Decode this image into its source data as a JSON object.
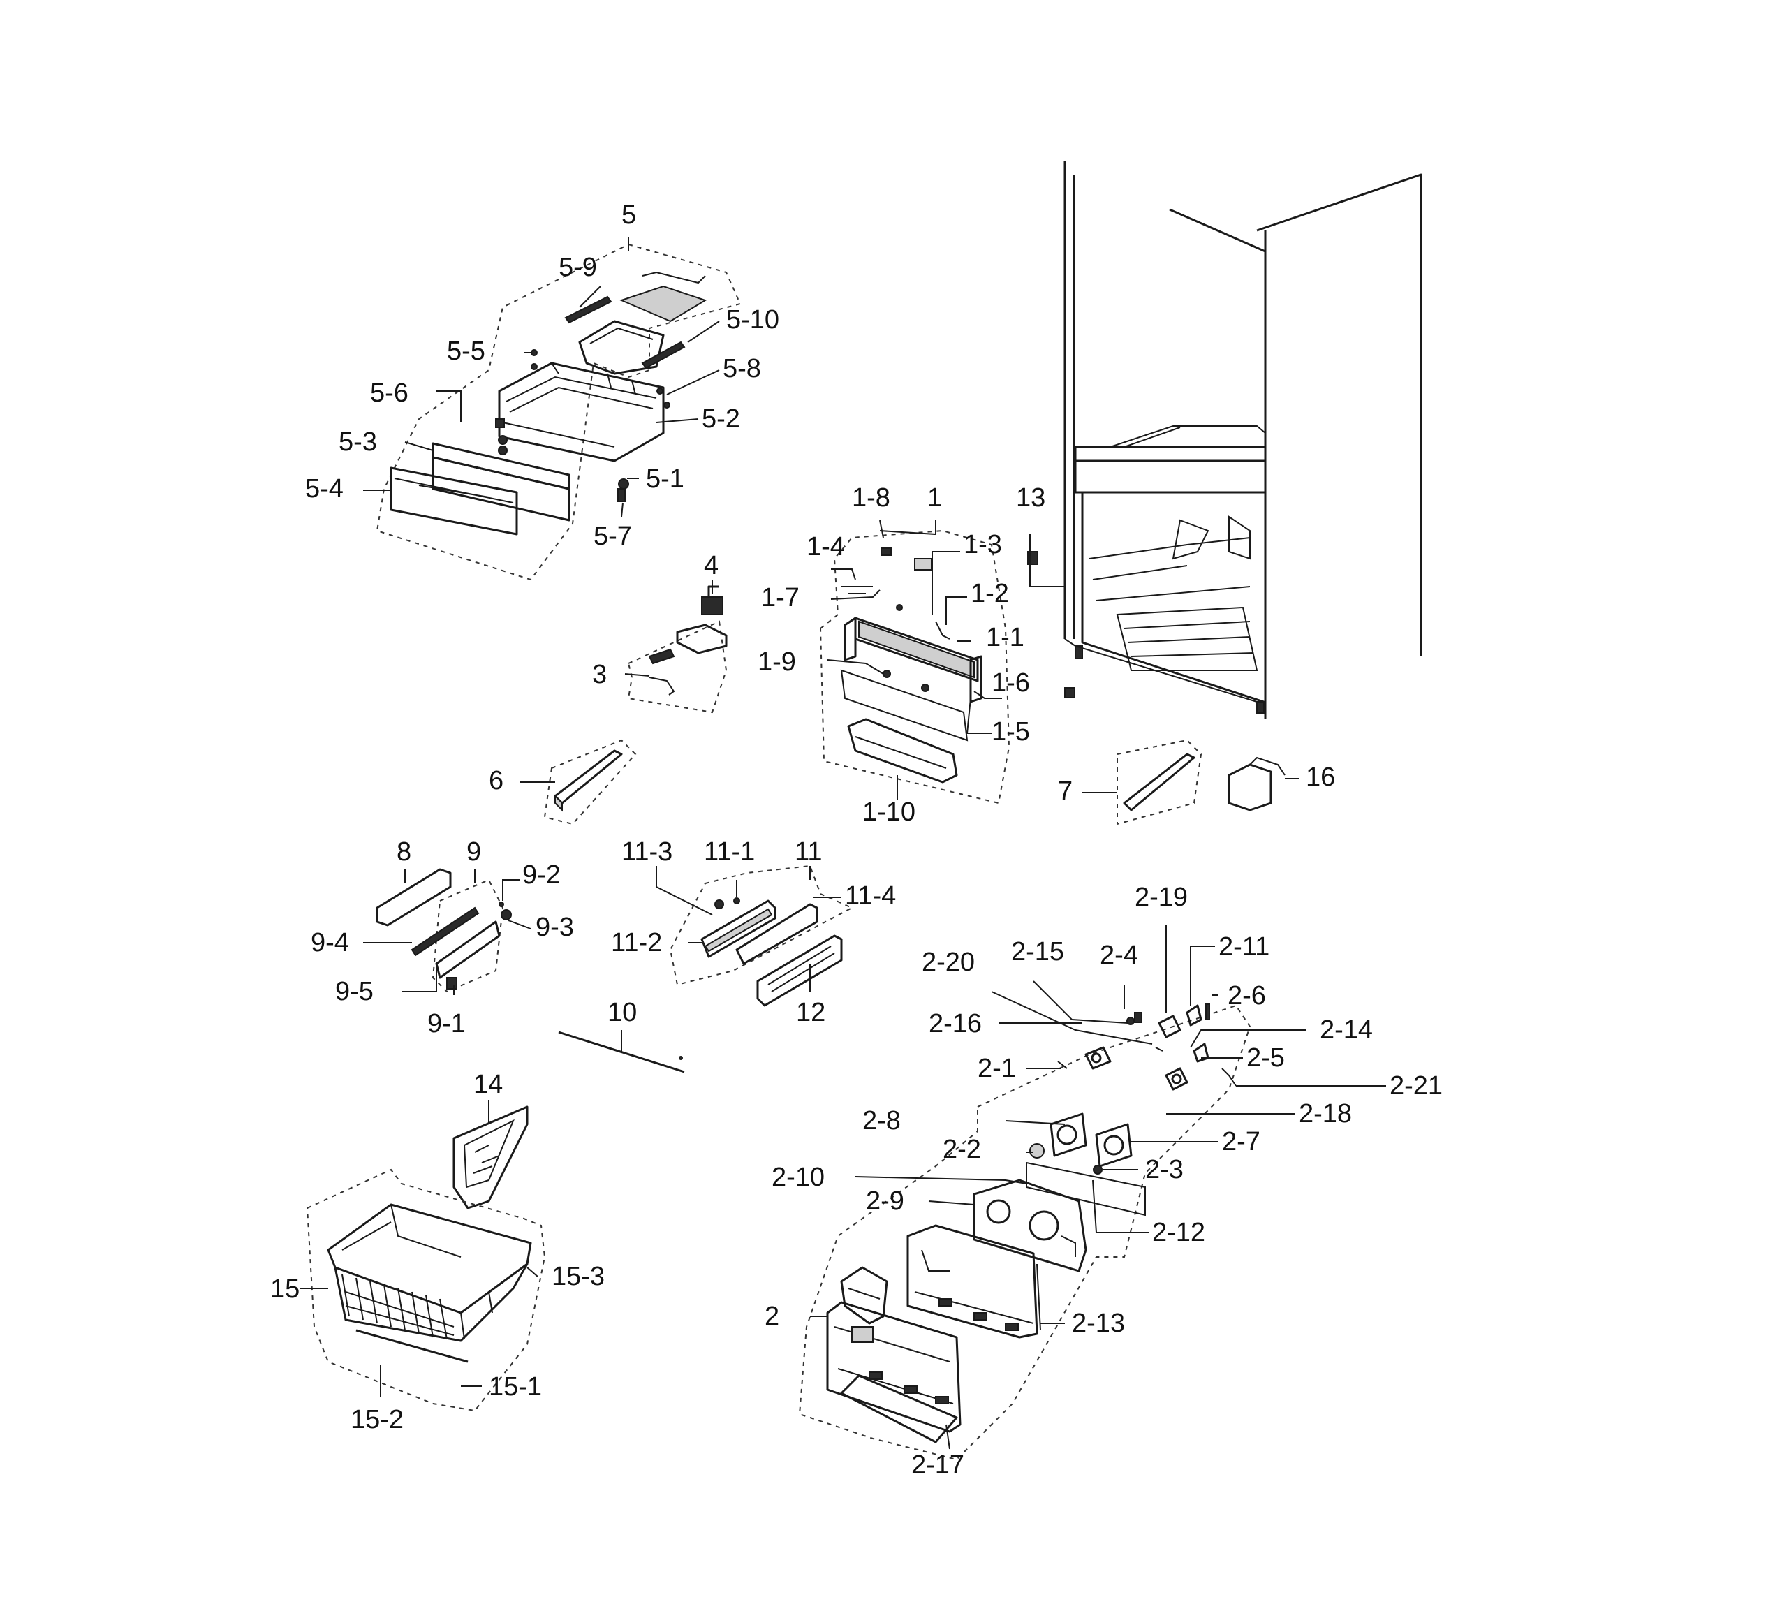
{
  "labels": {
    "l_5": "5",
    "l_5_9": "5-9",
    "l_5_10": "5-10",
    "l_5_5": "5-5",
    "l_5_8": "5-8",
    "l_5_6": "5-6",
    "l_5_2": "5-2",
    "l_5_3": "5-3",
    "l_5_1": "5-1",
    "l_5_4": "5-4",
    "l_5_7": "5-7",
    "l_1_8": "1-8",
    "l_1": "1",
    "l_1_4": "1-4",
    "l_1_3": "1-3",
    "l_1_7": "1-7",
    "l_1_2": "1-2",
    "l_1_1": "1-1",
    "l_1_9": "1-9",
    "l_1_6": "1-6",
    "l_1_5": "1-5",
    "l_1_10": "1-10",
    "l_13": "13",
    "l_4": "4",
    "l_3": "3",
    "l_6": "6",
    "l_7": "7",
    "l_16": "16",
    "l_8": "8",
    "l_9": "9",
    "l_9_2": "9-2",
    "l_9_4": "9-4",
    "l_9_3": "9-3",
    "l_9_5": "9-5",
    "l_9_1": "9-1",
    "l_11_3": "11-3",
    "l_11_1": "11-1",
    "l_11": "11",
    "l_11_4": "11-4",
    "l_11_2": "11-2",
    "l_12": "12",
    "l_10": "10",
    "l_14": "14",
    "l_15": "15",
    "l_15_3": "15-3",
    "l_15_1": "15-1",
    "l_15_2": "15-2",
    "l_2_19": "2-19",
    "l_2_11": "2-11",
    "l_2_15": "2-15",
    "l_2_4": "2-4",
    "l_2_20": "2-20",
    "l_2_6": "2-6",
    "l_2_16": "2-16",
    "l_2_14": "2-14",
    "l_2_5": "2-5",
    "l_2_1": "2-1",
    "l_2_21": "2-21",
    "l_2_18": "2-18",
    "l_2_8": "2-8",
    "l_2_7": "2-7",
    "l_2_2": "2-2",
    "l_2_3": "2-3",
    "l_2_10": "2-10",
    "l_2_9": "2-9",
    "l_2_12": "2-12",
    "l_2": "2",
    "l_2_13": "2-13",
    "l_2_17": "2-17"
  }
}
